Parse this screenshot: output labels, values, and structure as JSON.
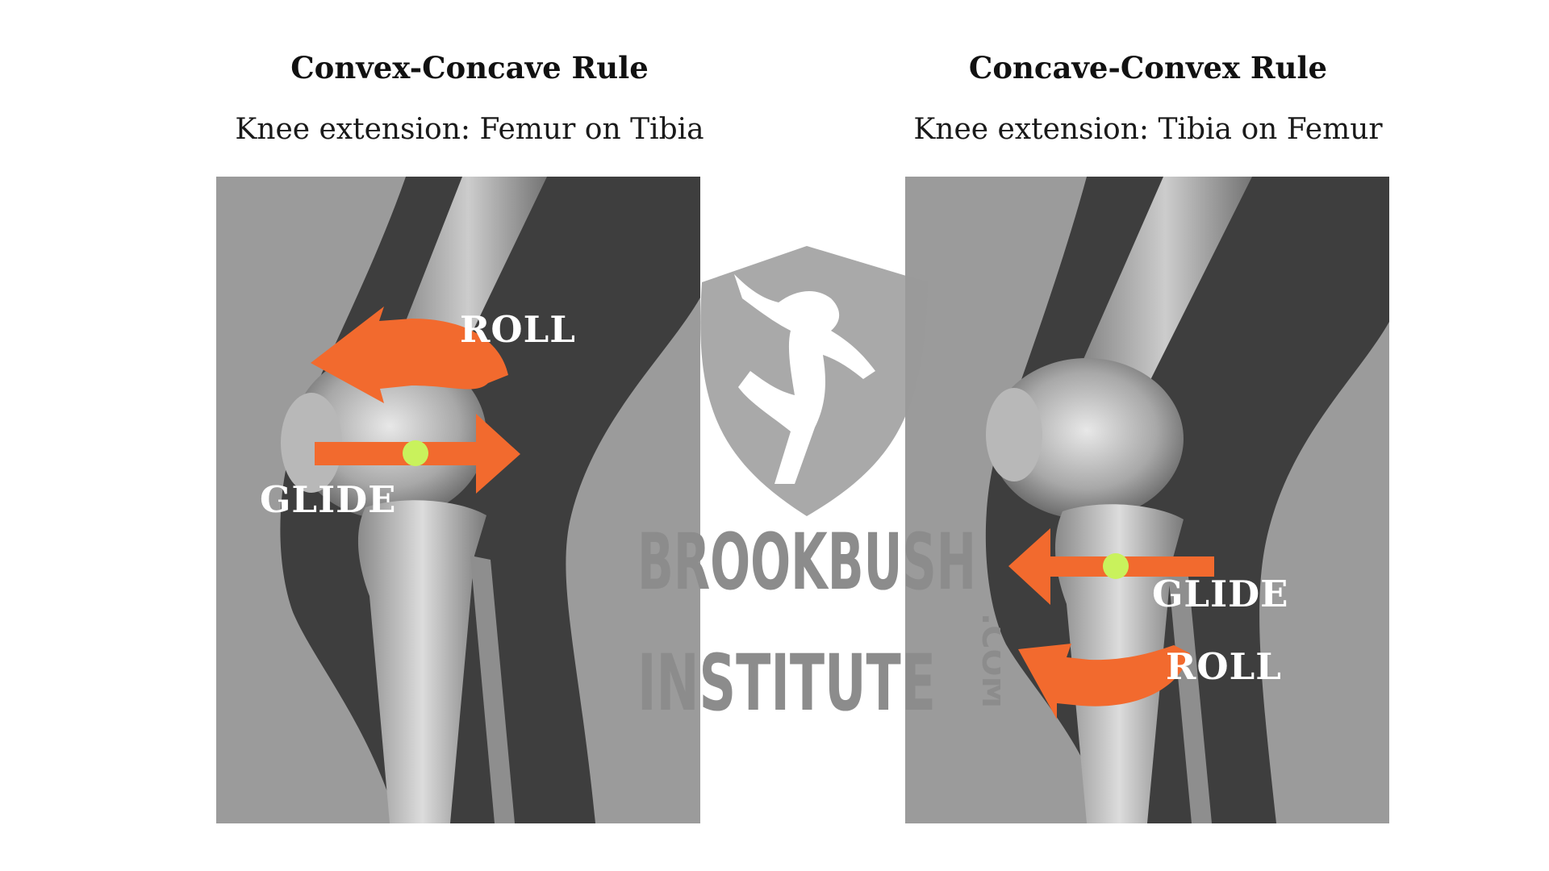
{
  "left_panel": {
    "title": "Convex-Concave Rule",
    "subtitle": "Knee extension: Femur on Tibia",
    "roll_label": "ROLL",
    "glide_label": "GLIDE"
  },
  "right_panel": {
    "title": "Concave-Convex Rule",
    "subtitle": "Knee extension: Tibia on Femur",
    "glide_label": "GLIDE",
    "roll_label": "ROLL"
  },
  "watermark": {
    "line1": "BROOKBUSH",
    "line2": "INSTITUTE",
    "suffix": ".COM"
  },
  "colors": {
    "arrow": "#f26a2e",
    "axis_dot": "#c9f25c",
    "xray_background": "#9b9b9b",
    "watermark": "#8c8c8c"
  }
}
